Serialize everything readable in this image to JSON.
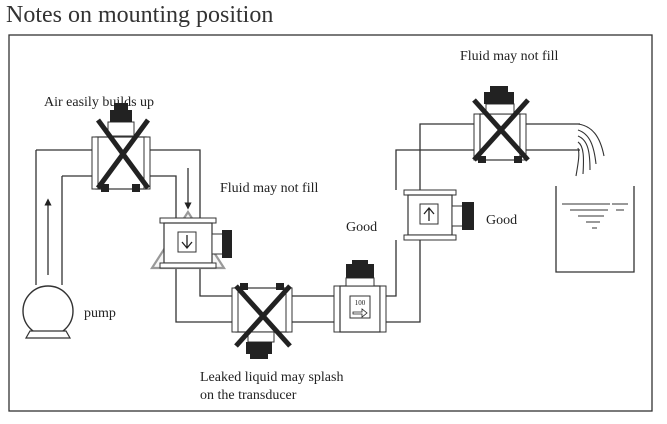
{
  "title": "Notes on mounting position",
  "labels": {
    "air": "Air easily builds up",
    "fluid_left": "Fluid may not fill",
    "fluid_top": "Fluid may not fill",
    "good_bottom": "Good",
    "good_right": "Good",
    "leak_line1": "Leaked liquid may splash",
    "leak_line2": "on the transducer",
    "pump": "pump"
  },
  "meter_display": "100"
}
